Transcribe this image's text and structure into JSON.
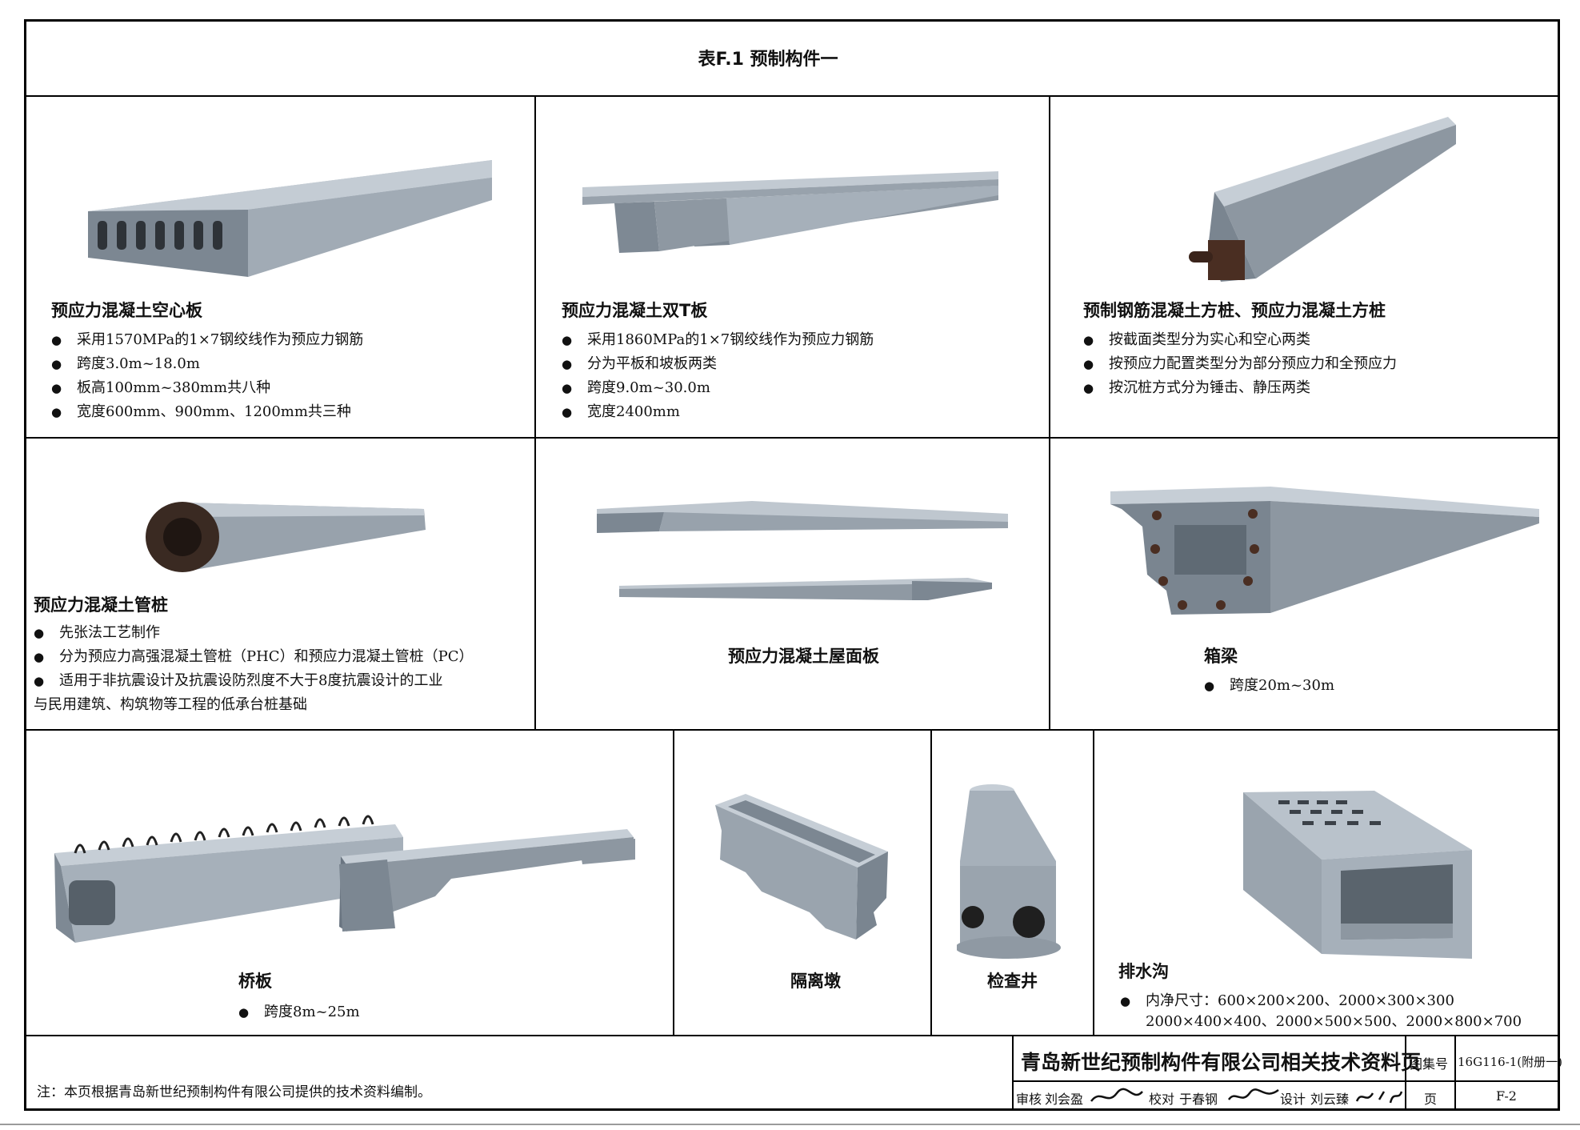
{
  "title": "表F.1  预制构件一",
  "colors": {
    "concrete": "#8f9aa6",
    "concrete_dark": "#6a7581",
    "concrete_light": "#b7c0c9",
    "rust": "#4a2e22"
  },
  "cells": {
    "hollow_slab": {
      "heading": "预应力混凝土空心板",
      "items": [
        "采用1570MPa的1×7钢绞线作为预应力钢筋",
        "跨度3.0m~18.0m",
        "板高100mm~380mm共八种",
        "宽度600mm、900mm、1200mm共三种"
      ],
      "icon": "hollow-core-slab-image"
    },
    "double_t": {
      "heading": "预应力混凝土双T板",
      "items": [
        "采用1860MPa的1×7钢绞线作为预应力钢筋",
        "分为平板和坡板两类",
        "跨度9.0m~30.0m",
        "宽度2400mm"
      ],
      "icon": "double-t-slab-image"
    },
    "square_pile": {
      "heading": "预制钢筋混凝土方桩、预应力混凝土方桩",
      "items": [
        "按截面类型分为实心和空心两类",
        "按预应力配置类型分为部分预应力和全预应力",
        "按沉桩方式分为锤击、静压两类"
      ],
      "icon": "square-pile-image"
    },
    "pipe_pile": {
      "heading": "预应力混凝土管桩",
      "items": [
        "先张法工艺制作",
        "分为预应力高强混凝土管桩（PHC）和预应力混凝土管桩（PC）"
      ],
      "item3_line1": "适用于非抗震设计及抗震设防烈度不大于8度抗震设计的工业",
      "item3_line2": "与民用建筑、构筑物等工程的低承台桩基础",
      "icon": "pipe-pile-image"
    },
    "roof_panel": {
      "heading": "预应力混凝土屋面板",
      "icon": "roof-panel-image"
    },
    "box_girder": {
      "heading": "箱梁",
      "items": [
        "跨度20m~30m"
      ],
      "icon": "box-girder-image"
    },
    "bridge_slab": {
      "heading": "桥板",
      "items": [
        "跨度8m~25m"
      ],
      "icon": "bridge-slab-image"
    },
    "barrier": {
      "heading": "隔离墩",
      "icon": "barrier-image"
    },
    "manhole": {
      "heading": "检查井",
      "icon": "manhole-image"
    },
    "drainage": {
      "heading": "排水沟",
      "line1": "内净尺寸：600×200×200、2000×300×300",
      "line2": "2000×400×400、2000×500×500、2000×800×700",
      "icon": "drainage-channel-image"
    }
  },
  "footer": {
    "note": "注：本页根据青岛新世纪预制构件有限公司提供的技术资料编制。",
    "company_title": "青岛新世纪预制构件有限公司相关技术资料页",
    "atlas_label": "图集号",
    "atlas_value": "16G116-1(附册一)",
    "review_label": "审核",
    "review_name": "刘会盈",
    "check_label": "校对",
    "check_name": "于春钢",
    "design_label": "设计",
    "design_name": "刘云臻",
    "page_label": "页",
    "page_value": "F-2"
  }
}
